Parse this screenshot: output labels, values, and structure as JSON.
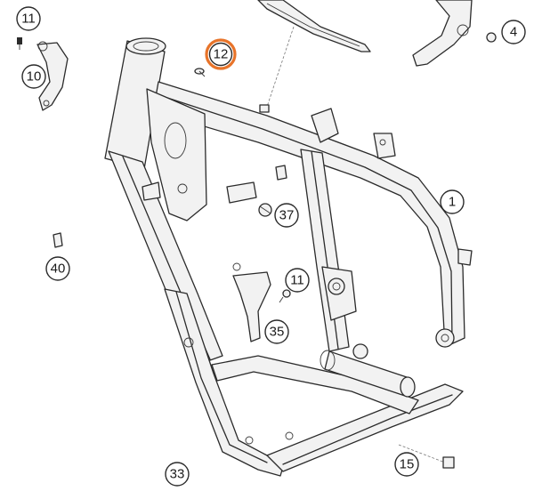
{
  "callouts": [
    {
      "id": "c11a",
      "label": "11"
    },
    {
      "id": "c10",
      "label": "10"
    },
    {
      "id": "c12",
      "label": "12"
    },
    {
      "id": "c4",
      "label": "4"
    },
    {
      "id": "c1",
      "label": "1"
    },
    {
      "id": "c37",
      "label": "37"
    },
    {
      "id": "c40",
      "label": "40"
    },
    {
      "id": "c11b",
      "label": "11"
    },
    {
      "id": "c35",
      "label": "35"
    },
    {
      "id": "c33",
      "label": "33"
    },
    {
      "id": "c15",
      "label": "15"
    }
  ],
  "colors": {
    "highlight": "#e8742a",
    "line": "#2b2b2b",
    "frame_fill": "#f2f2f2"
  }
}
